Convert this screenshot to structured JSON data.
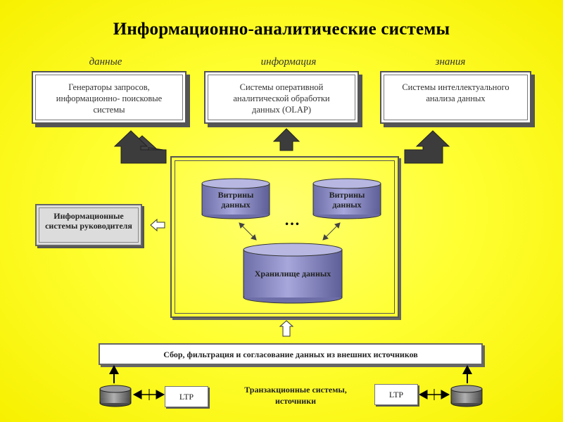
{
  "title": "Информационно-аналитические системы",
  "categories": {
    "data": "данные",
    "information": "информация",
    "knowledge": "знания"
  },
  "top_boxes": {
    "generators": "Генераторы запросов, информационно- поисковые системы",
    "olap": "Системы оперативной аналитической обработки данных (OLAP)",
    "intellectual": "Системы интеллектуального анализа данных"
  },
  "storage": {
    "datamart_left": "Витрины данных",
    "datamart_right": "Витрины данных",
    "ellipsis": "…",
    "warehouse": "Хранилище данных"
  },
  "exec_systems": "Информационные системы руководителя",
  "collection": "Сбор, фильтрация и согласование данных из внешних источников",
  "sources": {
    "ltp_left": "LTP",
    "ltp_right": "LTP",
    "transaction_systems": "Транзакционные системы, источники"
  },
  "colors": {
    "background": "#ffff33",
    "cylinder_fill": "#9a9acd",
    "arrow_dark": "#3c3c3c"
  }
}
